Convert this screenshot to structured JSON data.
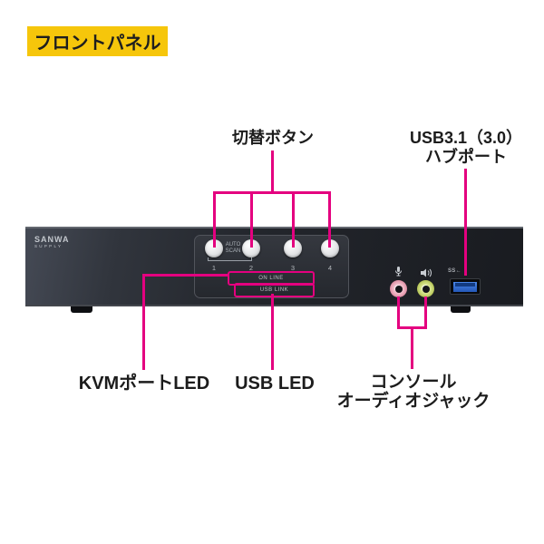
{
  "badge": {
    "label": "フロントパネル",
    "bg_color": "#f6c60b"
  },
  "colors": {
    "callout_magenta": "#e4007f",
    "badge_yellow": "#f6c60b",
    "usb_port_blue": "#2f6cd0",
    "mic_jack_pink": "#df8fa4",
    "audio_jack_green": "#b5c556",
    "device_body_dark": "#23262c"
  },
  "callouts": {
    "switch_buttons": {
      "label": "切替ボタン"
    },
    "usb_hub": {
      "line1": "USB3.1（3.0）",
      "line2": "ハブポート"
    },
    "kvm_port_led": {
      "label": "KVMポートLED"
    },
    "usb_led": {
      "label": "USB LED"
    },
    "console_audio": {
      "line1": "コンソール",
      "line2": "オーディオジャック"
    }
  },
  "device": {
    "brand": {
      "name": "SANWA",
      "sub": "SUPPLY"
    },
    "panel": {
      "buttons": [
        {
          "number": "1"
        },
        {
          "number": "2"
        },
        {
          "number": "3"
        },
        {
          "number": "4"
        }
      ],
      "auto_scan": {
        "line1": "AUTO",
        "line2": "SCAN"
      },
      "online_label": "ON LINE",
      "usb_link_label": "USB LINK"
    },
    "ports": {
      "usb_logo": "SS←"
    }
  }
}
